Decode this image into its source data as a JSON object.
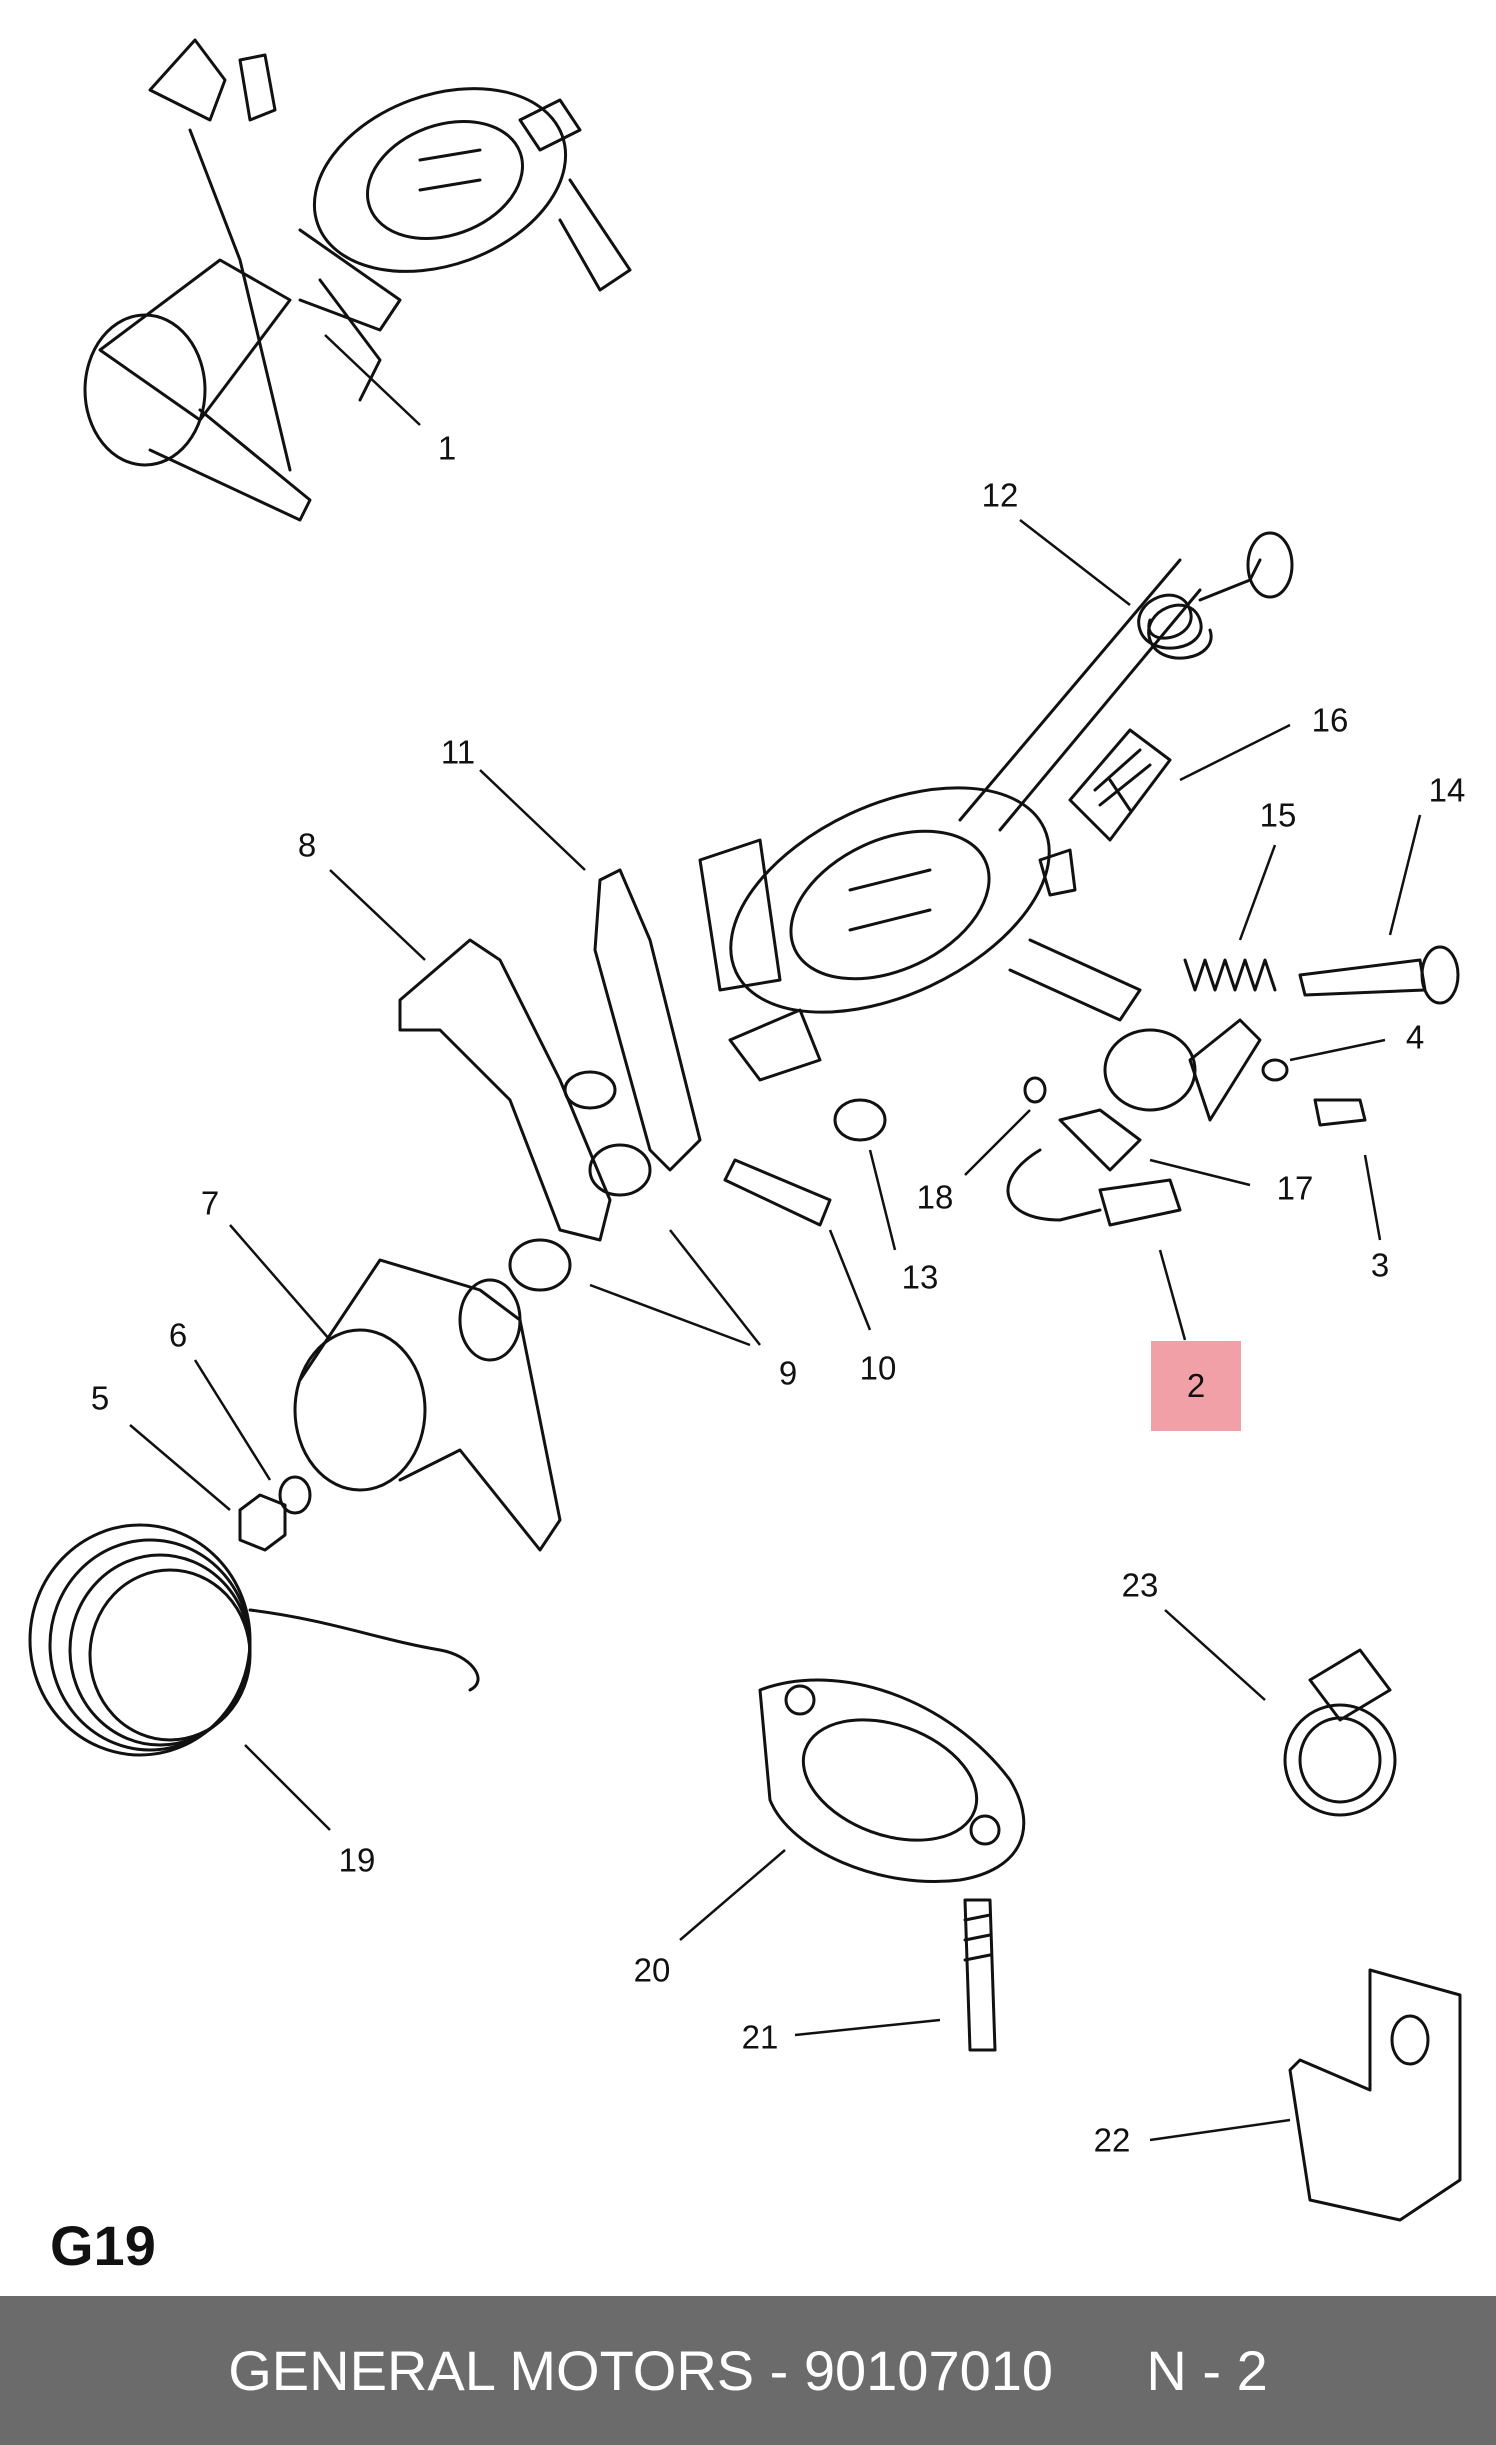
{
  "diagram_code": "G19",
  "footer": {
    "part_label": "GENERAL MOTORS - 90107010",
    "ref": "N - 2"
  },
  "colors": {
    "highlight": "#f2a0a8",
    "footer_bg": "#6b6b6b",
    "line": "#111111"
  },
  "callouts": {
    "c1": "1",
    "c2": "2",
    "c3": "3",
    "c4": "4",
    "c5": "5",
    "c6": "6",
    "c7": "7",
    "c8": "8",
    "c9": "9",
    "c10": "10",
    "c11": "11",
    "c12": "12",
    "c13": "13",
    "c14": "14",
    "c15": "15",
    "c16": "16",
    "c17": "17",
    "c18": "18",
    "c19": "19",
    "c20": "20",
    "c21": "21",
    "c22": "22",
    "c23": "23"
  },
  "highlighted_callout": "2"
}
